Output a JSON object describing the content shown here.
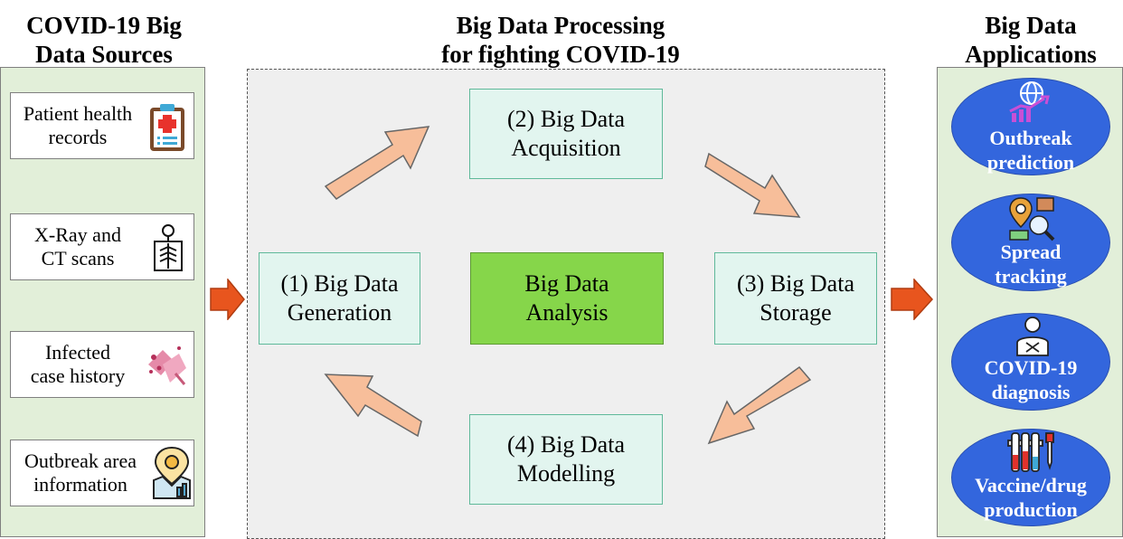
{
  "titles": {
    "sources": "COVID-19 Big\nData Sources",
    "processing": "Big Data Processing\nfor fighting COVID-19",
    "applications": "Big Data\nApplications"
  },
  "sources": [
    {
      "label": "Patient health\nrecords",
      "icon": "medical-clipboard-icon"
    },
    {
      "label": "X-Ray and\nCT scans",
      "icon": "xray-icon"
    },
    {
      "label": "Infected\ncase history",
      "icon": "infected-hands-icon"
    },
    {
      "label": "Outbreak area\ninformation",
      "icon": "map-virus-icon"
    }
  ],
  "stages": {
    "generation": "(1) Big Data\nGeneration",
    "acquisition": "(2) Big Data\nAcquisition",
    "storage": "(3) Big Data\nStorage",
    "modelling": "(4) Big Data\nModelling",
    "analysis": "Big Data\nAnalysis"
  },
  "applications": [
    {
      "label": "Outbreak\nprediction",
      "icon": "globe-chart-icon"
    },
    {
      "label": "Spread\ntracking",
      "icon": "location-search-icon"
    },
    {
      "label": "COVID-19\ndiagnosis",
      "icon": "patient-icon"
    },
    {
      "label": "Vaccine/drug\nproduction",
      "icon": "test-tubes-icon"
    }
  ],
  "colors": {
    "source_panel": "#e2efd9",
    "processing_panel": "#efefef",
    "stage_box": "#e2f5ef",
    "analysis_box": "#86d64a",
    "cycle_arrow": "#f7be9a",
    "flow_arrow": "#e8551e",
    "app_oval": "#3366dd"
  }
}
